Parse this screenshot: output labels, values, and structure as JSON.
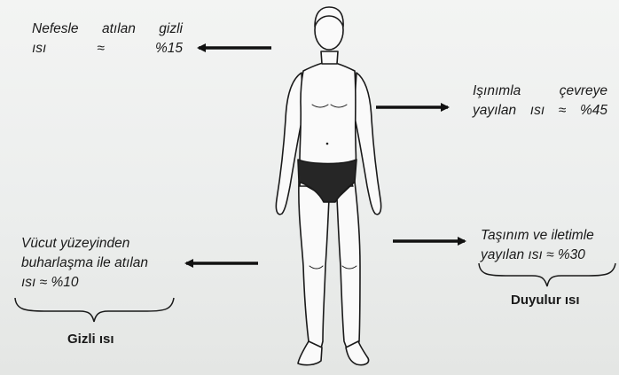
{
  "labels": {
    "breath_latent": "Nefesle atılan gizli\nısı ≈ %15",
    "radiation": "Işınımla çevreye\nyayılan ısı ≈ %45",
    "evaporation": "Vücut yüzeyinden\nbuharlaşma ile atılan\nısı ≈ %10",
    "convection_conduction": "Taşınım ve iletimle\nyayılan ısı ≈ %30"
  },
  "groups": {
    "latent": "Gizli ısı",
    "sensible": "Duyulur ısı"
  },
  "colors": {
    "ink": "#1a1a1a",
    "briefs": "#262626",
    "skin": "#fafafa"
  }
}
